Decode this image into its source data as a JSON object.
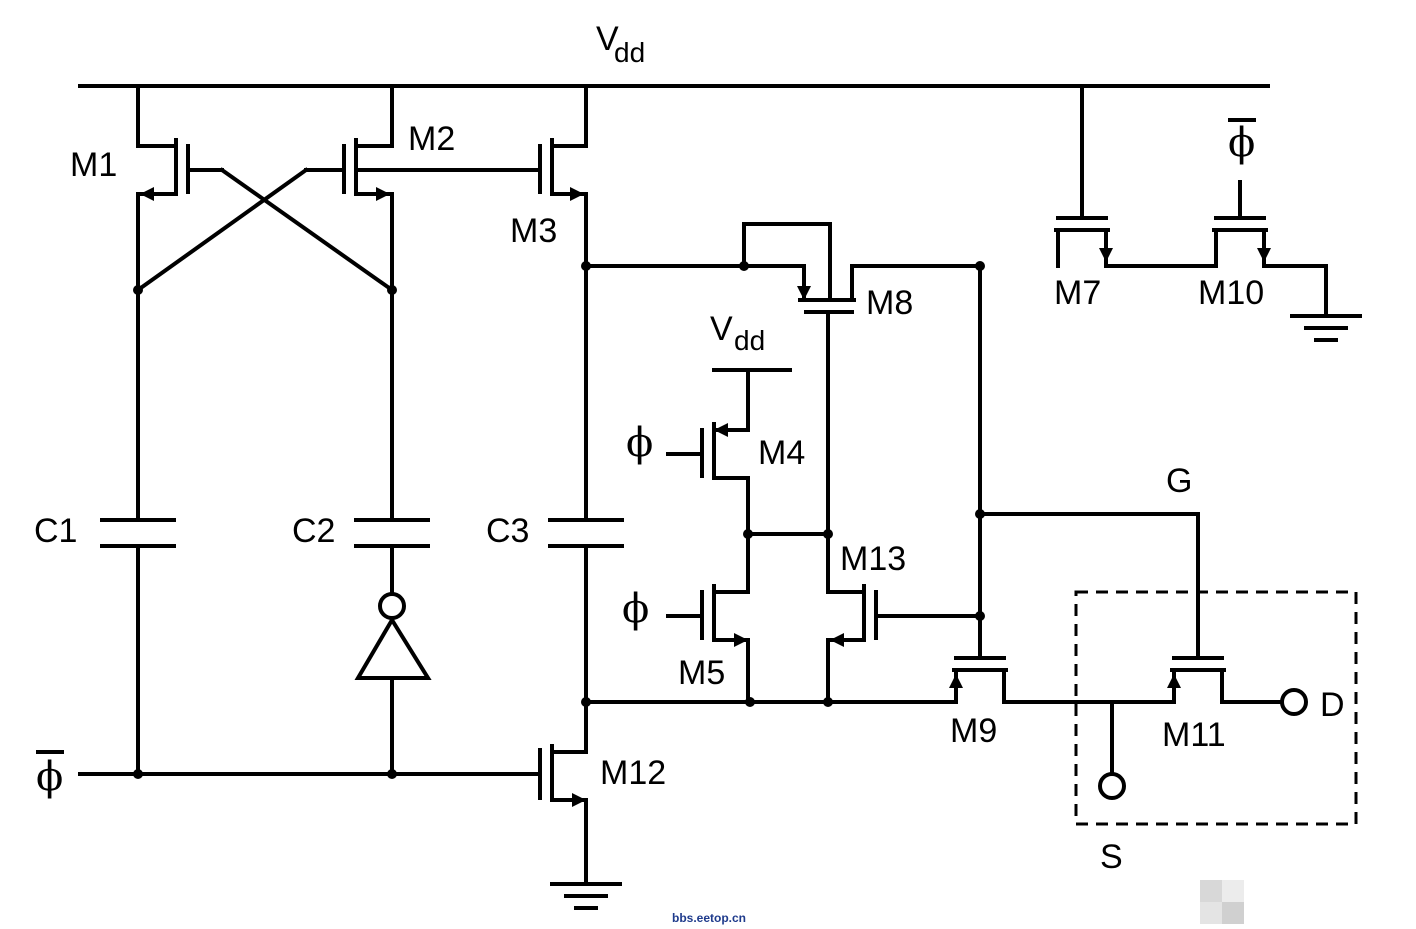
{
  "labels": {
    "vdd_main": "V",
    "vdd_main_sub": "dd",
    "vdd_m4": "V",
    "vdd_m4_sub": "dd",
    "m1": "M1",
    "m2": "M2",
    "m3": "M3",
    "m4": "M4",
    "m5": "M5",
    "m7": "M7",
    "m8": "M8",
    "m9": "M9",
    "m10": "M10",
    "m11": "M11",
    "m12": "M12",
    "m13": "M13",
    "c1": "C1",
    "c2": "C2",
    "c3": "C3",
    "g": "G",
    "s": "S",
    "d": "D",
    "phi": "ϕ",
    "phi_bar": "ϕ"
  },
  "watermark": "bbs.eetop.cn"
}
